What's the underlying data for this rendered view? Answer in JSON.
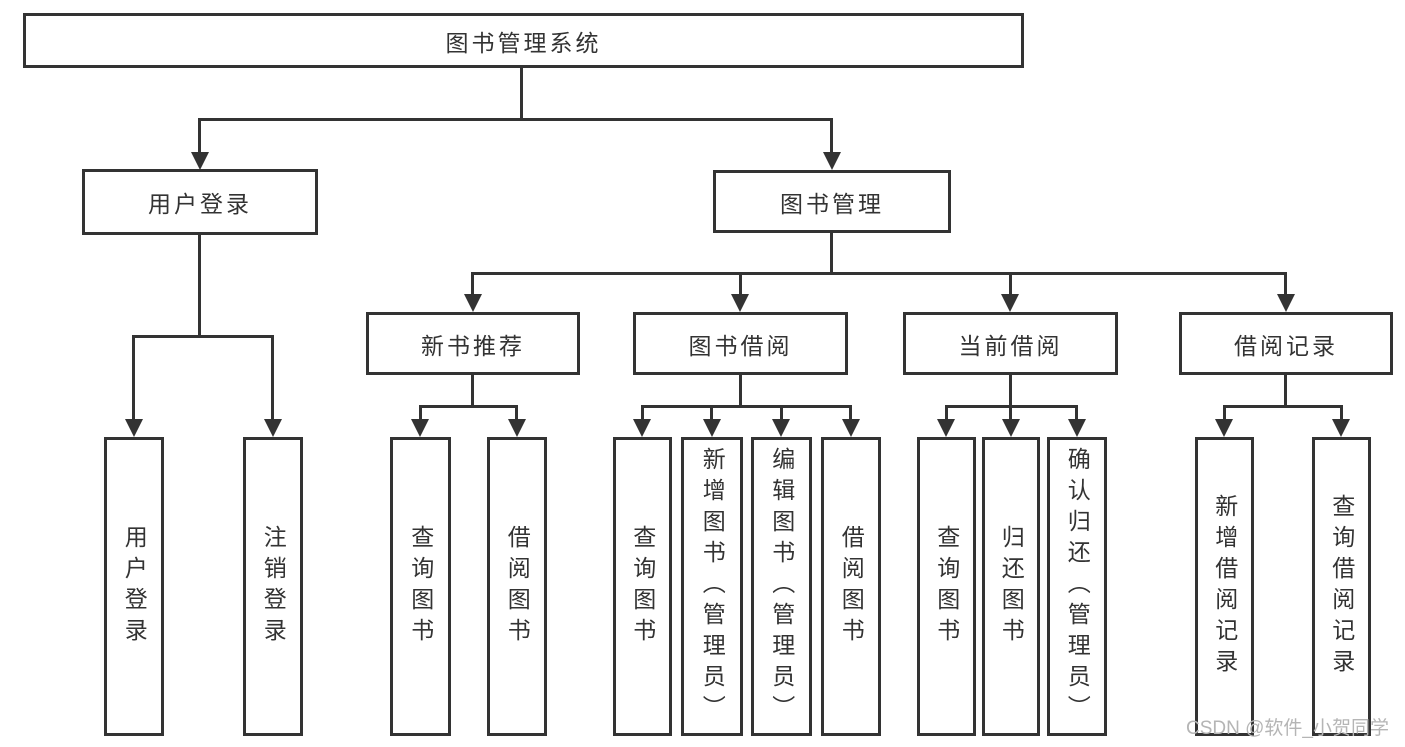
{
  "tree": {
    "label": "图书管理系统",
    "children": [
      {
        "label": "用户登录",
        "children": [
          {
            "label": "用户登录"
          },
          {
            "label": "注销登录"
          }
        ]
      },
      {
        "label": "图书管理",
        "children": [
          {
            "label": "新书推荐",
            "children": [
              {
                "label": "查询图书"
              },
              {
                "label": "借阅图书"
              }
            ]
          },
          {
            "label": "图书借阅",
            "children": [
              {
                "label": "查询图书"
              },
              {
                "label": "新增图书（管理员）"
              },
              {
                "label": "编辑图书（管理员）"
              },
              {
                "label": "借阅图书"
              }
            ]
          },
          {
            "label": "当前借阅",
            "children": [
              {
                "label": "查询图书"
              },
              {
                "label": "归还图书"
              },
              {
                "label": "确认归还（管理员）"
              }
            ]
          },
          {
            "label": "借阅记录",
            "children": [
              {
                "label": "新增借阅记录"
              },
              {
                "label": "查询借阅记录"
              }
            ]
          }
        ]
      }
    ]
  },
  "watermark": {
    "text": "CSDN @软件_小贺同学"
  },
  "colors": {
    "line": "#333333",
    "text": "#333333",
    "watermark": "#b5b5b5",
    "background": "#ffffff"
  }
}
